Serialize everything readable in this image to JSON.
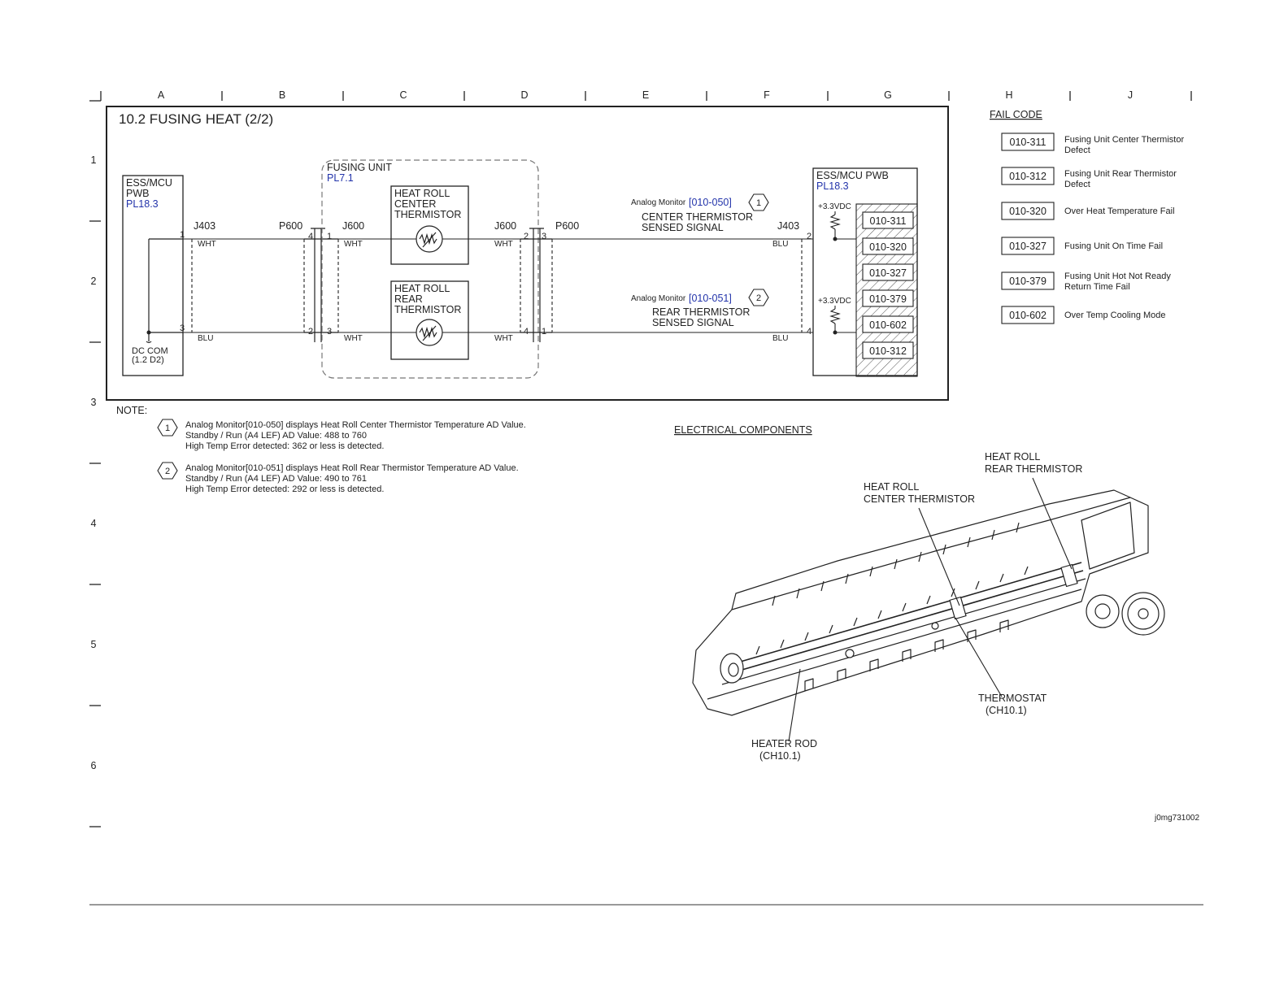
{
  "grid": {
    "columns": [
      "A",
      "B",
      "C",
      "D",
      "E",
      "F",
      "G",
      "H",
      "J"
    ],
    "rows": [
      "1",
      "2",
      "3",
      "4",
      "5",
      "6"
    ]
  },
  "diagram": {
    "title": "10.2 FUSING HEAT (2/2)",
    "left_board": {
      "line1": "ESS/MCU",
      "line2": "PWB",
      "ref": "PL18.3",
      "connector": "J403",
      "ground_line1": "DC COM",
      "ground_line2": "(1.2 D2)"
    },
    "fusing_unit": {
      "label": "FUSING UNIT",
      "ref": "PL7.1"
    },
    "center_thermistor": {
      "line1": "HEAT ROLL",
      "line2": "CENTER",
      "line3": "THERMISTOR"
    },
    "rear_thermistor": {
      "line1": "HEAT ROLL",
      "line2": "REAR",
      "line3": "THERMISTOR"
    },
    "connectors": {
      "p600_left": "P600",
      "j600_left": "J600",
      "j600_right": "J600",
      "p600_right": "P600",
      "j403_right": "J403"
    },
    "pins": {
      "a1": "1",
      "a3": "3",
      "b4": "4",
      "b2": "2",
      "c1": "1",
      "c3": "3",
      "d2": "2",
      "d4": "4",
      "e3": "3",
      "e1": "1",
      "f2": "2",
      "f4": "4"
    },
    "wire_colors": {
      "wht": "WHT",
      "blu": "BLU"
    },
    "signal_center": {
      "monitor_label": "Analog Monitor",
      "code": "[010-050]",
      "num": "1",
      "line1": "CENTER THERMISTOR",
      "line2": "SENSED SIGNAL"
    },
    "signal_rear": {
      "monitor_label": "Analog Monitor",
      "code": "[010-051]",
      "num": "2",
      "line1": "REAR THERMISTOR",
      "line2": "SENSED SIGNAL"
    },
    "right_board": {
      "label": "ESS/MCU PWB",
      "ref": "PL18.3",
      "vdc": "+3.3VDC",
      "codes": [
        "010-311",
        "010-320",
        "010-327",
        "010-379",
        "010-602",
        "010-312"
      ]
    }
  },
  "fail_code": {
    "heading": "FAIL CODE",
    "items": [
      {
        "code": "010-311",
        "l1": "Fusing Unit Center Thermistor",
        "l2": "Defect"
      },
      {
        "code": "010-312",
        "l1": "Fusing Unit Rear Thermistor",
        "l2": "Defect"
      },
      {
        "code": "010-320",
        "l1": "Over Heat Temperature Fail",
        "l2": ""
      },
      {
        "code": "010-327",
        "l1": "Fusing Unit On Time Fail",
        "l2": ""
      },
      {
        "code": "010-379",
        "l1": "Fusing Unit Hot Not Ready",
        "l2": "Return Time Fail"
      },
      {
        "code": "010-602",
        "l1": "Over Temp Cooling Mode",
        "l2": ""
      }
    ]
  },
  "note": {
    "heading": "NOTE:",
    "items": [
      {
        "num": "1",
        "l1": "Analog Monitor[010-050] displays Heat Roll Center Thermistor Temperature AD Value.",
        "l2": "Standby / Run (A4 LEF) AD Value: 488 to 760",
        "l3": "High Temp Error detected: 362 or less is detected."
      },
      {
        "num": "2",
        "l1": "Analog Monitor[010-051] displays Heat Roll Rear Thermistor Temperature AD Value.",
        "l2": "Standby / Run (A4 LEF) AD Value: 490 to 761",
        "l3": "High Temp Error detected: 292 or less is detected."
      }
    ]
  },
  "components": {
    "heading": "ELECTRICAL COMPONENTS",
    "rear_thermistor": {
      "l1": "HEAT ROLL",
      "l2": "REAR THERMISTOR"
    },
    "center_thermistor": {
      "l1": "HEAT ROLL",
      "l2": "CENTER THERMISTOR"
    },
    "thermostat": {
      "l1": "THERMOSTAT",
      "l2": "(CH10.1)"
    },
    "heater_rod": {
      "l1": "HEATER ROD",
      "l2": "(CH10.1)"
    },
    "image_id": "j0mg731002"
  }
}
